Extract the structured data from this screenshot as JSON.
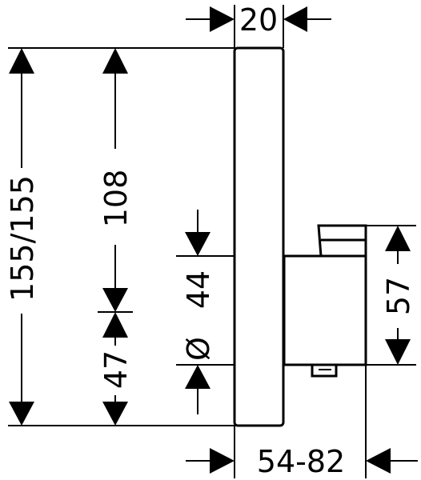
{
  "dimensions": {
    "depth_top": "20",
    "height_total": "155/155",
    "upper_height": "108",
    "lower_height": "47",
    "diameter_symbol": "Ø",
    "diameter_value": "44",
    "box_height": "57",
    "installation_depth": "54-82"
  }
}
